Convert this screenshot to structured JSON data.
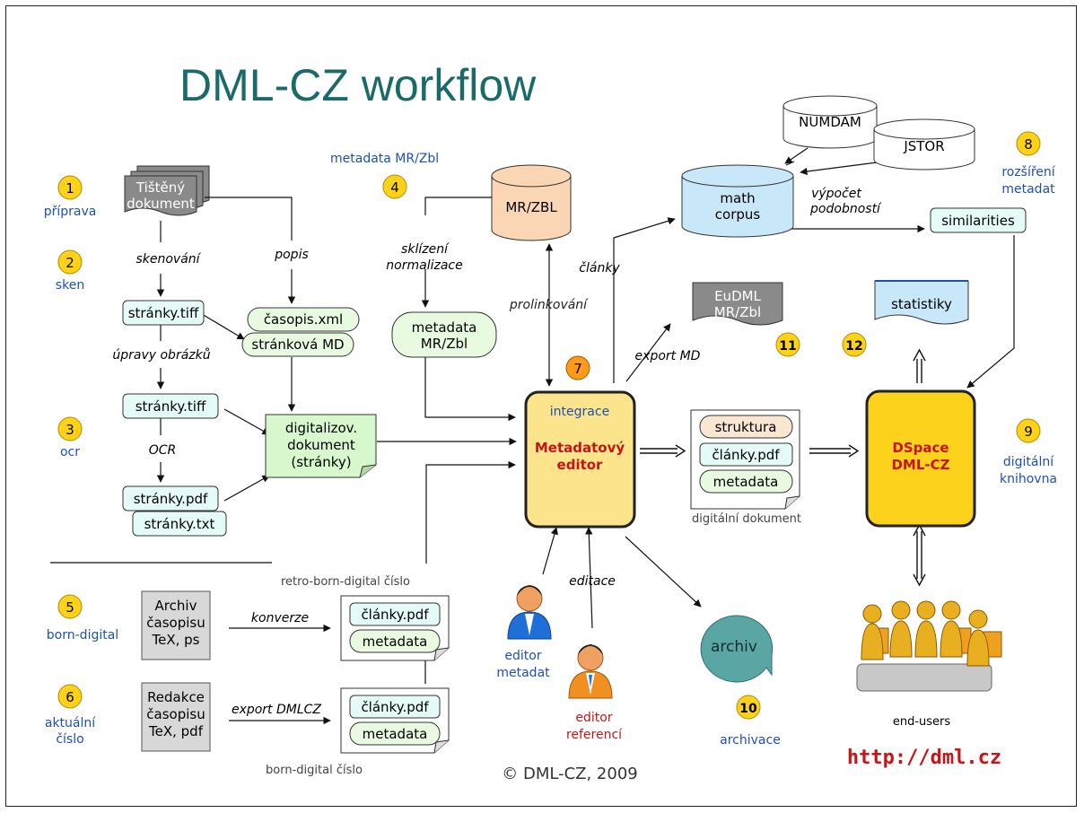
{
  "title": "DML-CZ workflow",
  "copyright": "© DML-CZ, 2009",
  "url": "http://dml.cz",
  "colors": {
    "title": "#1a6a6a",
    "step_badge": "#ffd21a",
    "step_badge_orange": "#ff9a1a",
    "label_blue": "#1e50b4",
    "label_red": "#c81414",
    "file_fill": "#e4fbf8",
    "xml_fill": "#e8fbe0",
    "mr_db_fill": "#fbd6b4",
    "math_db_fill": "#c8e8fa",
    "editor_fill": "#fbe48c",
    "dspace_fill": "#fcd21c",
    "archiv_fill": "#5aa6a4"
  },
  "steps": {
    "s1": {
      "num": "1",
      "label": "příprava"
    },
    "s2": {
      "num": "2",
      "label": "sken"
    },
    "s3": {
      "num": "3",
      "label": "ocr"
    },
    "s4": {
      "num": "4",
      "label": "metadata MR/Zbl"
    },
    "s5": {
      "num": "5",
      "label": "born-digital"
    },
    "s6": {
      "num": "6",
      "label_1": "aktuální",
      "label_2": "číslo"
    },
    "s7": {
      "num": "7"
    },
    "s8": {
      "num": "8",
      "label_1": "rozšíření",
      "label_2": "metadat"
    },
    "s9": {
      "num": "9",
      "label_1": "digitální",
      "label_2": "knihovna"
    },
    "s10": {
      "num": "10",
      "label": "archivace"
    },
    "s11": {
      "num": "11"
    },
    "s12": {
      "num": "12"
    }
  },
  "nodes": {
    "tisteny_1": "Tištěný",
    "tisteny_2": "dokument",
    "stranky_tiff_1": "stránky.tiff",
    "stranky_tiff_2": "stránky.tiff",
    "stranky_pdf": "stránky.pdf",
    "stranky_txt": "stránky.txt",
    "casopis_xml": "časopis.xml",
    "strankova_md": "stránková MD",
    "digitalizov_1": "digitalizov.",
    "digitalizov_2": "dokument",
    "digitalizov_3": "(stránky)",
    "mr_zbl_db": "MR/ZBL",
    "metadata_mr_1": "metadata",
    "metadata_mr_2": "MR/Zbl",
    "numdam": "NUMDAM",
    "jstor": "JSTOR",
    "math_corpus_1": "math",
    "math_corpus_2": "corpus",
    "similarities": "similarities",
    "eudml_1": "EuDML",
    "eudml_2": "MR/Zbl",
    "statistiky": "statistiky",
    "editor_top": "integrace",
    "editor_1": "Metadatový",
    "editor_2": "editor",
    "doc_struktura": "struktura",
    "doc_clanky": "články.pdf",
    "doc_metadata": "metadata",
    "doc_caption": "digitální dokument",
    "dspace_1": "DSpace",
    "dspace_2": "DML-CZ",
    "archiv": "archiv",
    "archiv_1": "Archiv",
    "archiv_2": "časopisu",
    "archiv_3": "TeX, ps",
    "redakce_1": "Redakce",
    "redakce_2": "časopisu",
    "redakce_3": "TeX, pdf",
    "retro_clanky": "články.pdf",
    "retro_metadata": "metadata",
    "retro_caption": "retro-born-digital číslo",
    "born_clanky": "články.pdf",
    "born_metadata": "metadata",
    "born_caption": "born-digital číslo",
    "editor_metadat_1": "editor",
    "editor_metadat_2": "metadat",
    "editor_referenci_1": "editor",
    "editor_referenci_2": "referencí",
    "end_users": "end-users"
  },
  "edge_labels": {
    "skenovani": "skenování",
    "popis": "popis",
    "upravy": "úpravy obrázků",
    "ocr": "OCR",
    "sklizeni_1": "sklízení",
    "sklizeni_2": "normalizace",
    "prolinkovani": "prolinkování",
    "clanky": "články",
    "vypocet_1": "výpočet",
    "vypocet_2": "podobností",
    "export_md": "export MD",
    "editace": "editace",
    "konverze": "konverze",
    "export_dmlcz": "export DMLCZ"
  }
}
